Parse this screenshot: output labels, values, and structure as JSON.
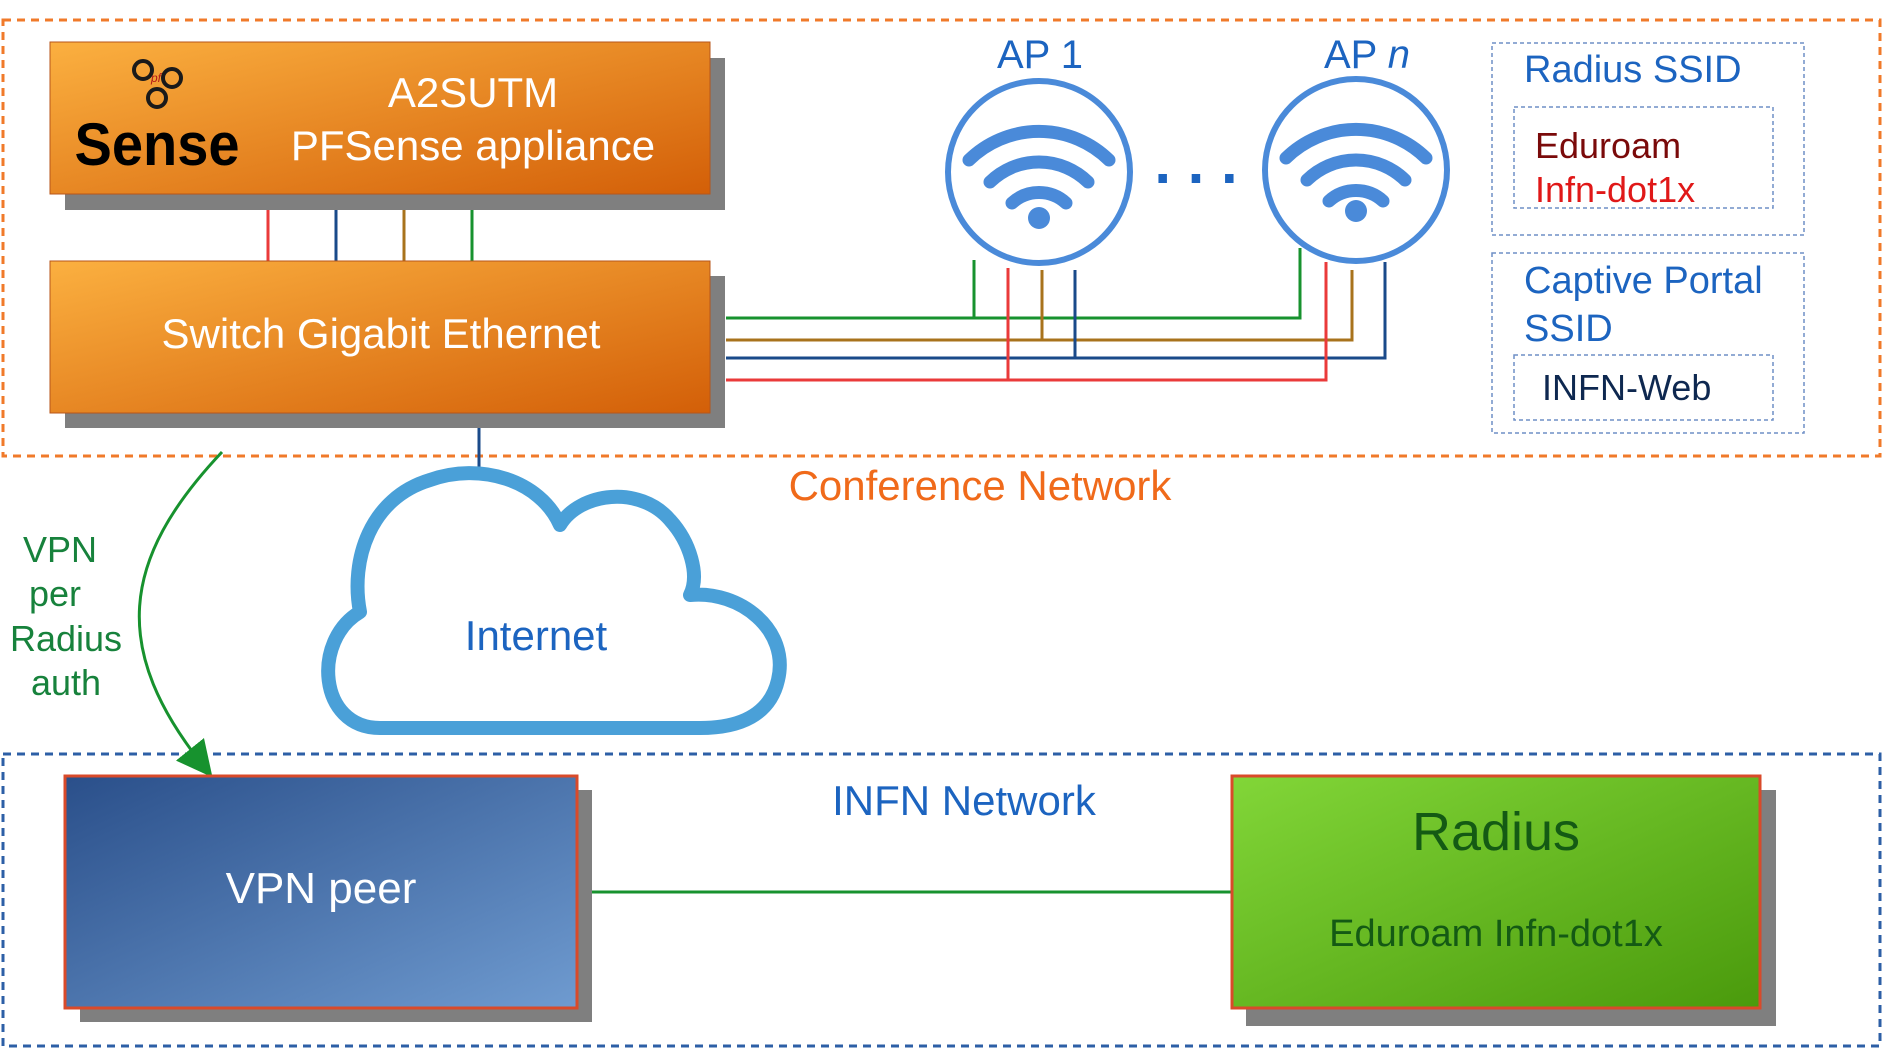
{
  "colors": {
    "conference_border": "#f07a2a",
    "infn_border": "#2d5fa6",
    "ssid_border": "#6f8fc6",
    "label_blue": "#1c64c0",
    "label_orange": "#f06a1a",
    "label_green": "#17823c",
    "link_red": "#ea3a3a",
    "link_navy": "#1a4a8a",
    "link_brown": "#a8731c",
    "link_green": "#17922e",
    "wifi_blue": "#4a8ad9",
    "cloud_blue": "#4aa0d8",
    "eduroam_text": "#7a0a0a",
    "infn_dot1x_text": "#e01818",
    "infn_web_text": "#0e2850",
    "radius_text": "#145a14",
    "box_shadow": "#7f7f7f"
  },
  "pfsense": {
    "logo_text": "Sense",
    "logo_mark": "pf",
    "logo_icon": "pfsense-logo-icon",
    "title_line1": "A2SUTM",
    "title_line2": "PFSense appliance"
  },
  "switch": {
    "label": "Switch Gigabit Ethernet"
  },
  "access_points": {
    "ap1": {
      "prefix": "AP 1",
      "icon": "wifi-icon"
    },
    "apn": {
      "prefix": "AP ",
      "suffix": "n",
      "icon": "wifi-icon"
    },
    "ellipsis": ". . ."
  },
  "radius_ssid": {
    "title": "Radius SSID",
    "item1": "Eduroam",
    "item2": "Infn-dot1x"
  },
  "captive_portal_ssid": {
    "title_line1": "Captive Portal",
    "title_line2": "SSID",
    "item1": "INFN-Web"
  },
  "conference_network": {
    "label": "Conference Network"
  },
  "internet": {
    "label": "Internet",
    "icon": "cloud-icon"
  },
  "vpn_link": {
    "line1": "VPN",
    "line2": "per",
    "line3": "Radius",
    "line4": "auth"
  },
  "infn_network": {
    "label": "INFN Network"
  },
  "vpn_peer": {
    "label": "VPN peer"
  },
  "radius_server": {
    "title": "Radius",
    "subtitle": "Eduroam Infn-dot1x"
  }
}
